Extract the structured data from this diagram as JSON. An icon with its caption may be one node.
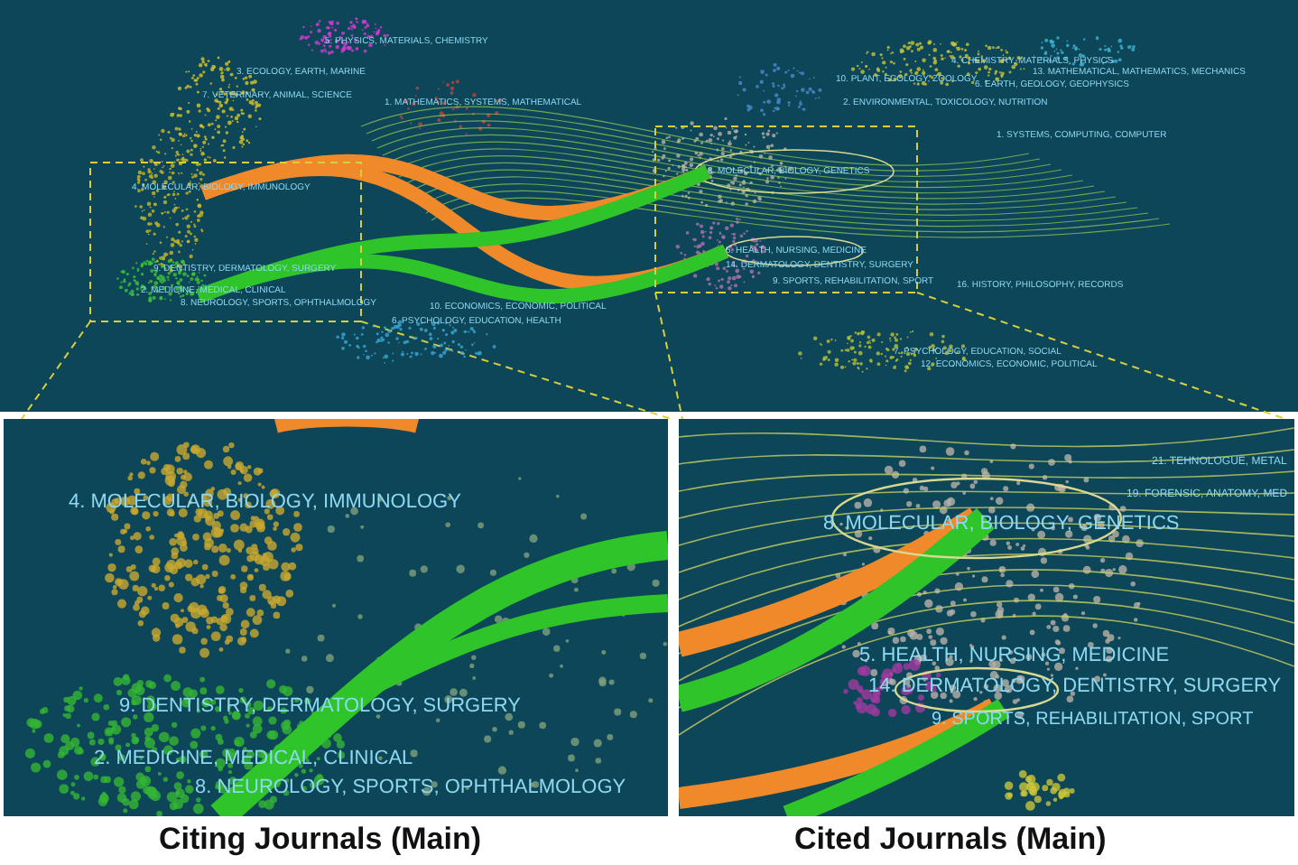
{
  "diagram": {
    "nodes": [
      {
        "text": [
          "5. PHYSICS, MATERIALS, CHEMISTRY"
        ]
      },
      {
        "text": [
          "3. ECOLOGY, EARTH, MARINE"
        ]
      },
      {
        "text": [
          "7. VETERINARY, ANIMAL, SCIENCE"
        ]
      },
      {
        "text": [
          "1. MATHEMATICS, SYSTEMS, MATHEMATICAL"
        ]
      },
      {
        "text": [
          "4. MOLECULAR, BIOLOGY, IMMUNOLOGY"
        ]
      },
      {
        "text": [
          "9. DENTISTRY, DERMATOLOGY, SURGERY"
        ]
      },
      {
        "text": [
          "2. MEDICINE, MEDICAL, CLINICAL"
        ]
      },
      {
        "text": [
          "8. NEUROLOGY, SPORTS, OPHTHALMOLOGY"
        ]
      },
      {
        "text": [
          "10. ECONOMICS, ECONOMIC, POLITICAL"
        ]
      },
      {
        "text": [
          "6. PSYCHOLOGY, EDUCATION, HEALTH"
        ]
      },
      {
        "text": [
          "4. CHEMISTRY, MATERIALS, PHYSICS"
        ]
      },
      {
        "text": [
          "13. MATHEMATICAL, MATHEMATICS, MECHANICS"
        ]
      },
      {
        "text": [
          "10. PLANT, ECOLOGY, ZOOLOGY"
        ]
      },
      {
        "text": [
          "6. EARTH, GEOLOGY, GEOPHYSICS"
        ]
      },
      {
        "text": [
          "2. ENVIRONMENTAL, TOXICOLOGY, NUTRITION"
        ]
      },
      {
        "text": [
          "1. SYSTEMS, COMPUTING, COMPUTER"
        ]
      },
      {
        "text": [
          "8. MOLECULAR, BIOLOGY, GENETICS"
        ]
      },
      {
        "text": [
          "5. HEALTH, NURSING, MEDICINE"
        ]
      },
      {
        "text": [
          "14. DERMATOLOGY, DENTISTRY, SURGERY"
        ]
      },
      {
        "text": [
          "9. SPORTS, REHABILITATION, SPORT"
        ]
      },
      {
        "text": [
          "16. HISTORY, PHILOSOPHY, RECORDS"
        ]
      },
      {
        "text": [
          "7. PSYCHOLOGY, EDUCATION, SOCIAL"
        ]
      },
      {
        "text": [
          "12. ECONOMICS, ECONOMIC, POLITICAL"
        ]
      }
    ],
    "edges": [
      {
        "from": 4,
        "to": 16,
        "arrow": "none",
        "color": "#f0892a"
      },
      {
        "from": 4,
        "to": 17,
        "arrow": "none",
        "color": "#f0892a"
      },
      {
        "from": 6,
        "to": 16,
        "arrow": "none",
        "color": "#2fc42a"
      },
      {
        "from": 6,
        "to": 17,
        "arrow": "none",
        "color": "#2fc42a"
      }
    ],
    "labels": [
      "4. MOLECULAR, BIOLOGY, IMMUNOLOGY",
      "9. DENTISTRY, DERMATOLOGY, SURGERY",
      "2. MEDICINE, MEDICAL, CLINICAL",
      "8. NEUROLOGY, SPORTS, OPHTHALMOLOGY",
      "21. TEHNOLOGUE, METAL",
      "8. MOLECULAR, BIOLOGY, GENETICS",
      "19. FORENSIC, ANATOMY, MED",
      "5. HEALTH, NURSING, MEDICINE",
      "14. DERMATOLOGY, DENTISTRY, SURGERY",
      "9. SPORTS, REHABILITATION, SPORT",
      "Citing Journals (Main)",
      "Cited Journals (Main)"
    ]
  }
}
